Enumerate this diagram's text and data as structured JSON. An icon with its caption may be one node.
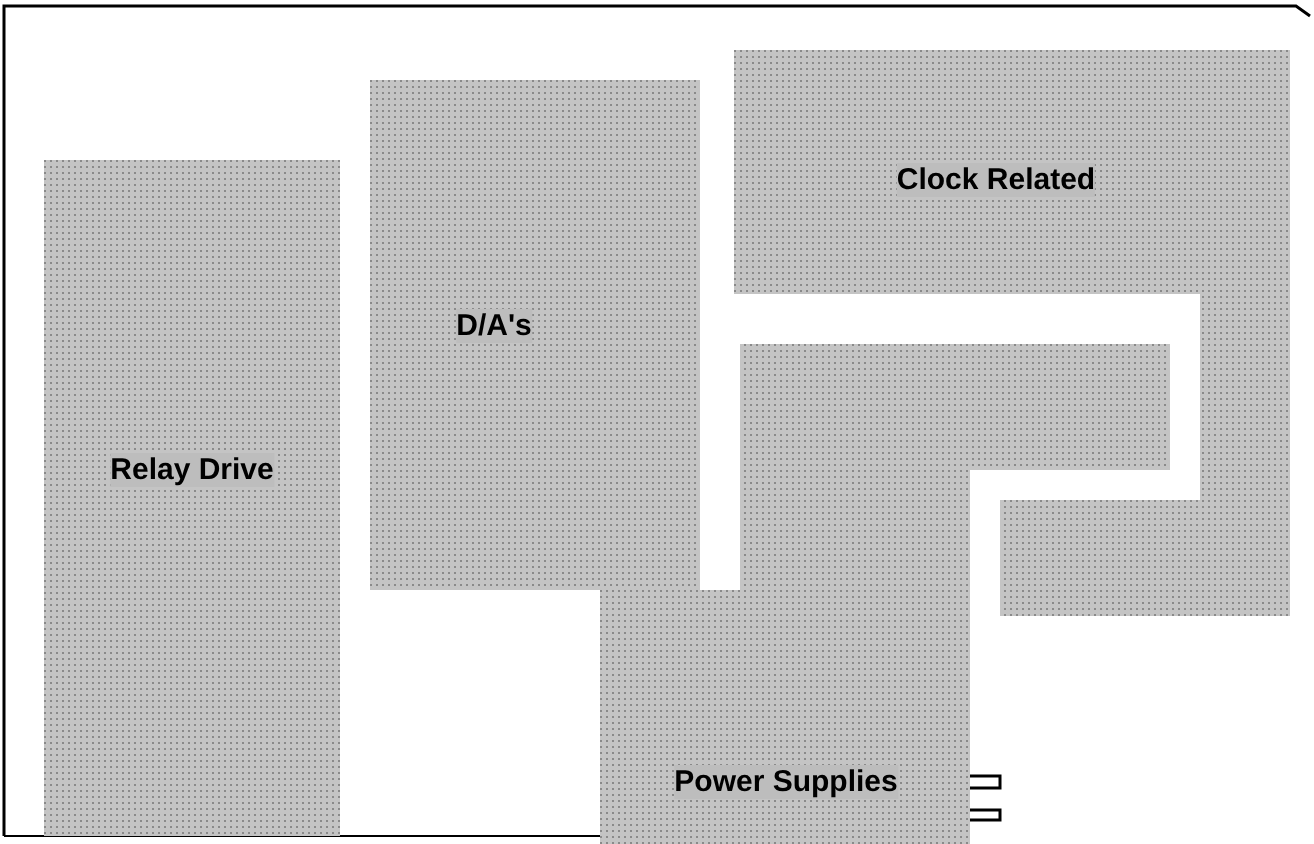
{
  "diagram": {
    "nodes": [
      {
        "text": [
          "Relay Drive"
        ]
      },
      {
        "text": [
          "D/A's"
        ]
      },
      {
        "text": [
          "Clock Related"
        ]
      },
      {
        "text": [
          "Power Supplies"
        ]
      }
    ]
  }
}
